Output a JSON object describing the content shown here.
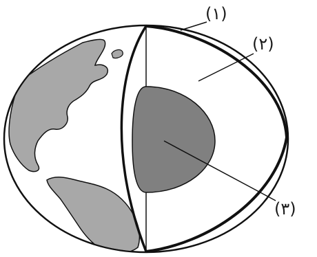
{
  "labels": {
    "one": "(١)",
    "two": "(٢)",
    "three": "(٣)"
  },
  "colors": {
    "outline": "#111111",
    "land": "#a8a8a8",
    "core": "#808080",
    "background": "#ffffff"
  }
}
